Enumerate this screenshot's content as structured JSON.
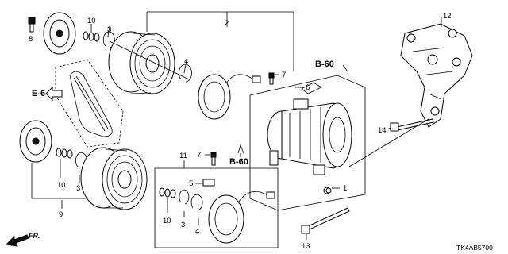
{
  "callouts": {
    "c1": "1",
    "c2": "2",
    "c3a": "3",
    "c3b": "3",
    "c3c": "3",
    "c4a": "4",
    "c4b": "4",
    "c5": "5",
    "c6": "6",
    "c7a": "7",
    "c7b": "7",
    "c8": "8",
    "c9": "9",
    "c10a": "10",
    "c10b": "10",
    "c10c": "10",
    "c11": "11",
    "c12": "12",
    "c13": "13",
    "c14": "14"
  },
  "refs": {
    "b60_top": "B-60",
    "b60_mid": "B-60",
    "e6": "E-6"
  },
  "front_marker": "FR.",
  "diagram_code": "TK4AB5700"
}
